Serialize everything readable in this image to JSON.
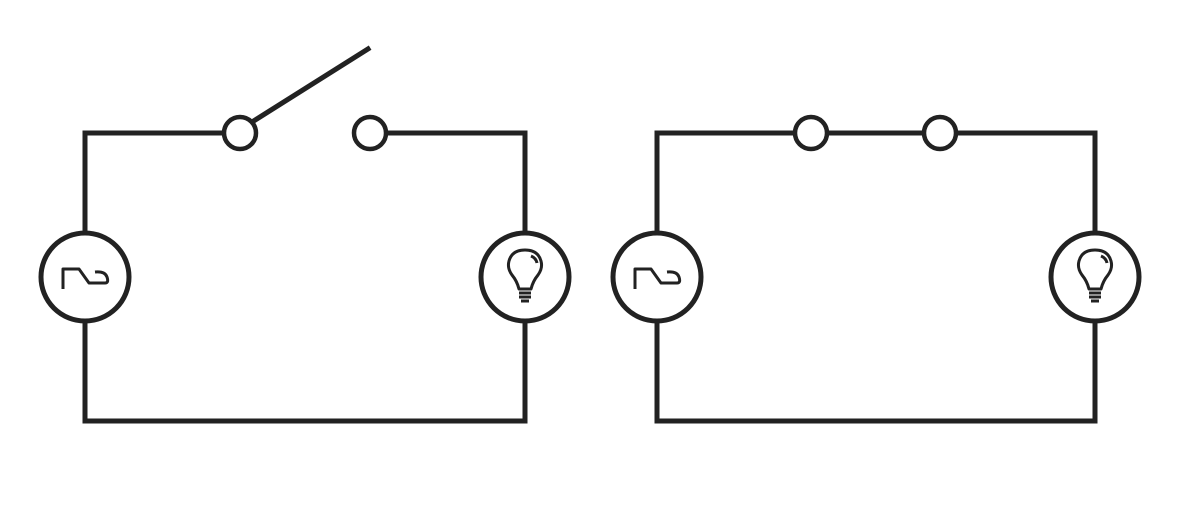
{
  "diagram": {
    "circuits": [
      {
        "id": "open-circuit",
        "switch_state": "open",
        "bulb_state": "off",
        "source_icon": "ac-source-icon",
        "bulb_icon": "lightbulb-icon"
      },
      {
        "id": "closed-circuit",
        "switch_state": "closed",
        "bulb_state": "on",
        "source_icon": "ac-source-icon",
        "bulb_icon": "lightbulb-icon"
      }
    ],
    "colors": {
      "wire": "#222222",
      "bulb_off": "#ffffff",
      "bulb_on": "#dde84a"
    }
  }
}
